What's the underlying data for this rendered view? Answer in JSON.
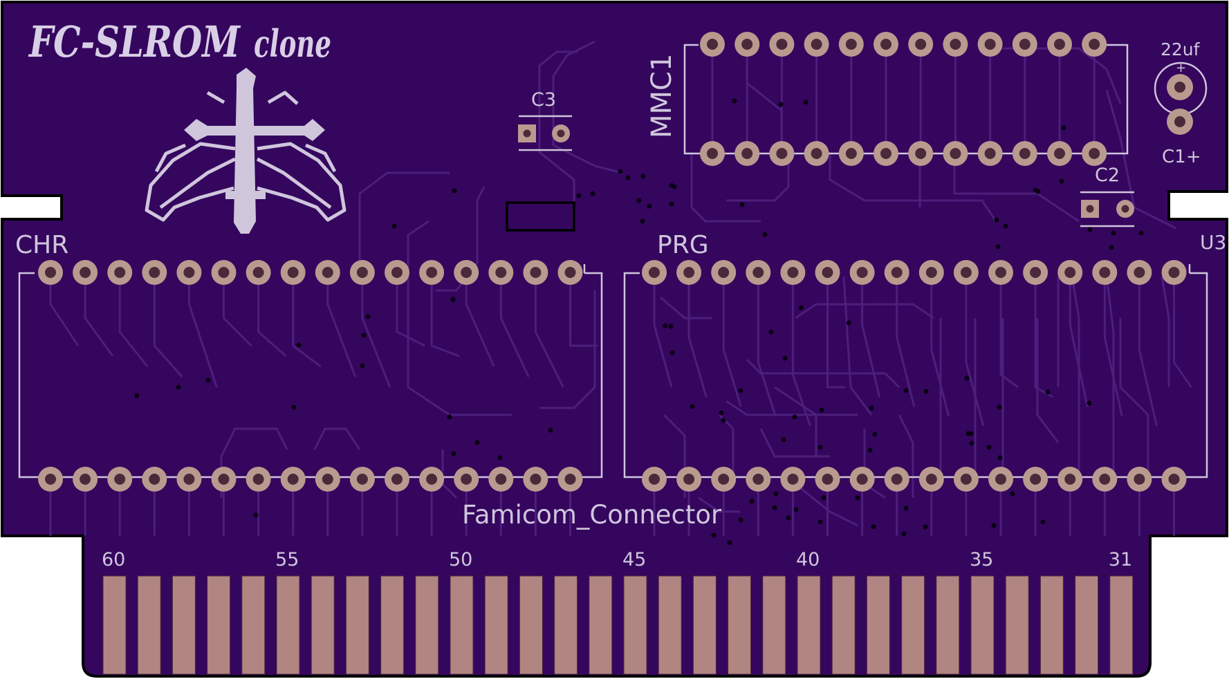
{
  "board": {
    "title_main": "FC-SLROM",
    "title_sub": "clone",
    "colors": {
      "substrate": "#35065e",
      "trace": "#4c1f7c",
      "silkscreen": "#cfc6dc",
      "pad_ring": "#b99a8f",
      "pad_hole": "#4a2a3a",
      "edge": "#000000"
    }
  },
  "labels": {
    "chr": "CHR",
    "prg": "PRG",
    "mmc1": "MMC1",
    "c1_value": "22uf",
    "c1_ref": "C1+",
    "c1_plus": "+",
    "c2": "C2",
    "c3": "C3",
    "u3": "U3",
    "connector": "Famicom_Connector"
  },
  "icons": {
    "logo": "cross-with-wings-icon"
  },
  "fingers": {
    "count": 30,
    "labels": [
      {
        "text": "60",
        "index": 0
      },
      {
        "text": "55",
        "index": 5
      },
      {
        "text": "50",
        "index": 10
      },
      {
        "text": "45",
        "index": 15
      },
      {
        "text": "40",
        "index": 20
      },
      {
        "text": "35",
        "index": 25
      },
      {
        "text": "31",
        "index": 29
      }
    ]
  },
  "chips": {
    "chr_pins_per_row": 16,
    "prg_pins_per_row": 16,
    "mmc1_pins_per_row": 12
  }
}
